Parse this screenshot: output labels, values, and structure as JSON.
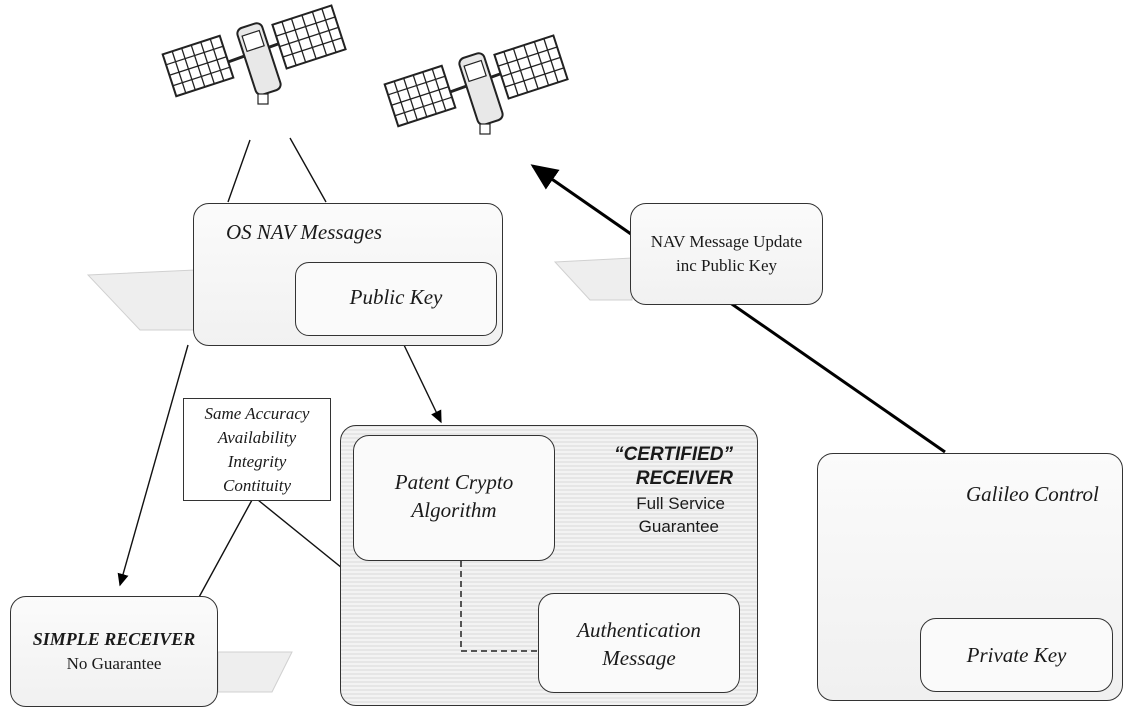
{
  "os_nav": {
    "title": "OS NAV Messages",
    "public_key": "Public Key"
  },
  "nav_update": {
    "line1": "NAV Message Update",
    "line2": "inc Public Key"
  },
  "note": {
    "lines": [
      "Same Accuracy",
      "Availability",
      "Integrity",
      "Contituity"
    ]
  },
  "certified": {
    "heading_line1": "“CERTIFIED”",
    "heading_line2": "RECEIVER",
    "sub_line1": "Full Service",
    "sub_line2": "Guarantee",
    "crypto_line1": "Patent Crypto",
    "crypto_line2": "Algorithm",
    "auth_line1": "Authentication",
    "auth_line2": "Message"
  },
  "simple": {
    "title": "SIMPLE RECEIVER",
    "subtitle": "No Guarantee"
  },
  "galileo": {
    "title": "Galileo Control",
    "private_key": "Private Key"
  },
  "icons": [
    "satellite-icon",
    "satellite-icon",
    "ground-station-mascot-icon"
  ]
}
